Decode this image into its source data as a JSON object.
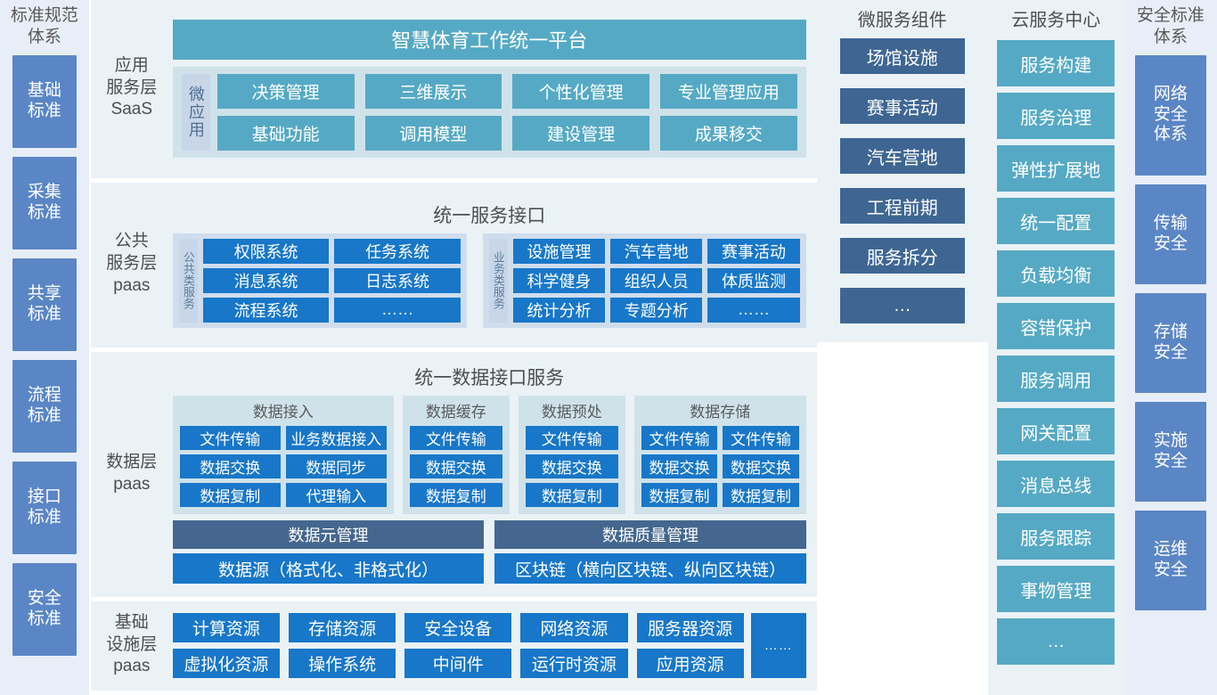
{
  "left_standards": {
    "title": "标准规范\n体系",
    "title_lines": [
      "标准规范",
      "体系"
    ],
    "items": [
      {
        "label": "基础\n标准",
        "l1": "基础",
        "l2": "标准",
        "height": 104
      },
      {
        "label": "采集\n标准",
        "l1": "采集",
        "l2": "标准",
        "height": 104
      },
      {
        "label": "共享\n标准",
        "l1": "共享",
        "l2": "标准",
        "height": 104
      },
      {
        "label": "流程\n标准",
        "l1": "流程",
        "l2": "标准",
        "height": 104
      },
      {
        "label": "接口\n标准",
        "l1": "接口",
        "l2": "标准",
        "height": 104
      },
      {
        "label": "安全\n标准",
        "l1": "安全",
        "l2": "标准",
        "height": 104
      }
    ]
  },
  "application_layer": {
    "layer_label_lines": [
      "应用",
      "服务层",
      "SaaS"
    ],
    "platform_title": "智慧体育工作统一平台",
    "vertical_label": "微应用",
    "apps": [
      "决策管理",
      "三维展示",
      "个性化管理",
      "专业管理应用",
      "基础功能",
      "调用模型",
      "建设管理",
      "成果移交"
    ]
  },
  "public_service_layer": {
    "layer_label_lines": [
      "公共",
      "服务层",
      "paas"
    ],
    "section_title": "统一服务接口",
    "groups": [
      {
        "vertical_label": "公共类服务",
        "columns": 2,
        "items": [
          "权限系统",
          "任务系统",
          "消息系统",
          "日志系统",
          "流程系统",
          "……"
        ]
      },
      {
        "vertical_label": "业务类服务",
        "columns": 3,
        "items": [
          "设施管理",
          "汽车营地",
          "赛事活动",
          "科学健身",
          "组织人员",
          "体质监测",
          "统计分析",
          "专题分析",
          "……"
        ]
      }
    ]
  },
  "data_layer": {
    "layer_label_lines": [
      "数据层",
      "paas"
    ],
    "section_title": "统一数据接口服务",
    "groups": [
      {
        "title": "数据接入",
        "columns": 2,
        "items": [
          "文件传输",
          "业务数据接入",
          "数据交换",
          "数据同步",
          "数据复制",
          "代理输入"
        ]
      },
      {
        "title": "数据缓存",
        "columns": 1,
        "items": [
          "文件传输",
          "数据交换",
          "数据复制"
        ]
      },
      {
        "title": "数据预处",
        "columns": 1,
        "items": [
          "文件传输",
          "数据交换",
          "数据复制"
        ]
      },
      {
        "title": "数据存储",
        "columns": 2,
        "items": [
          "文件传输",
          "文件传输",
          "数据交换",
          "数据交换",
          "数据复制",
          "数据复制"
        ]
      }
    ],
    "management_bars": [
      "数据元管理",
      "数据质量管理"
    ],
    "source_bars": [
      "数据源（格式化、非格式化）",
      "区块链（横向区块链、纵向区块链）"
    ]
  },
  "infrastructure_layer": {
    "layer_label_lines": [
      "基础",
      "设施层",
      "paas"
    ],
    "items": [
      "计算资源",
      "存储资源",
      "安全设备",
      "网络资源",
      "服务器资源",
      "虚拟化资源",
      "操作系统",
      "中间件",
      "运行时资源",
      "应用资源"
    ],
    "more_label": "……"
  },
  "microservice_components": {
    "title": "微服务组件",
    "items": [
      "场馆设施",
      "赛事活动",
      "汽车营地",
      "工程前期",
      "服务拆分",
      "…"
    ]
  },
  "cloud_service_center": {
    "title": "云服务中心",
    "items": [
      "服务构建",
      "服务治理",
      "弹性扩展地",
      "统一配置",
      "负载均衡",
      "容错保护",
      "服务调用",
      "网关配置",
      "消息总线",
      "服务跟踪",
      "事物管理",
      "…"
    ]
  },
  "right_standards": {
    "title_lines": [
      "安全标准",
      "体系"
    ],
    "items": [
      {
        "l1": "网络",
        "l2": "安全",
        "l3": "体系",
        "height": 135
      },
      {
        "l1": "传输",
        "l2": "安全",
        "l3": "",
        "height": 112
      },
      {
        "l1": "存储",
        "l2": "安全",
        "l3": "",
        "height": 112
      },
      {
        "l1": "实施",
        "l2": "安全",
        "l3": "",
        "height": 112
      },
      {
        "l1": "运维",
        "l2": "安全",
        "l3": "",
        "height": 112
      }
    ]
  },
  "colors": {
    "panel_bg": "#eaf2f6",
    "std_col_bg": "#e8eef7",
    "std_box": "#5b86c5",
    "teal": "#56a9c4",
    "bright_blue": "#1877c9",
    "slate_blue": "#3f6693",
    "slate_bar": "#45678f",
    "light_inner": "#cfe2ea",
    "vlabel_bg": "#c8d6e8"
  }
}
